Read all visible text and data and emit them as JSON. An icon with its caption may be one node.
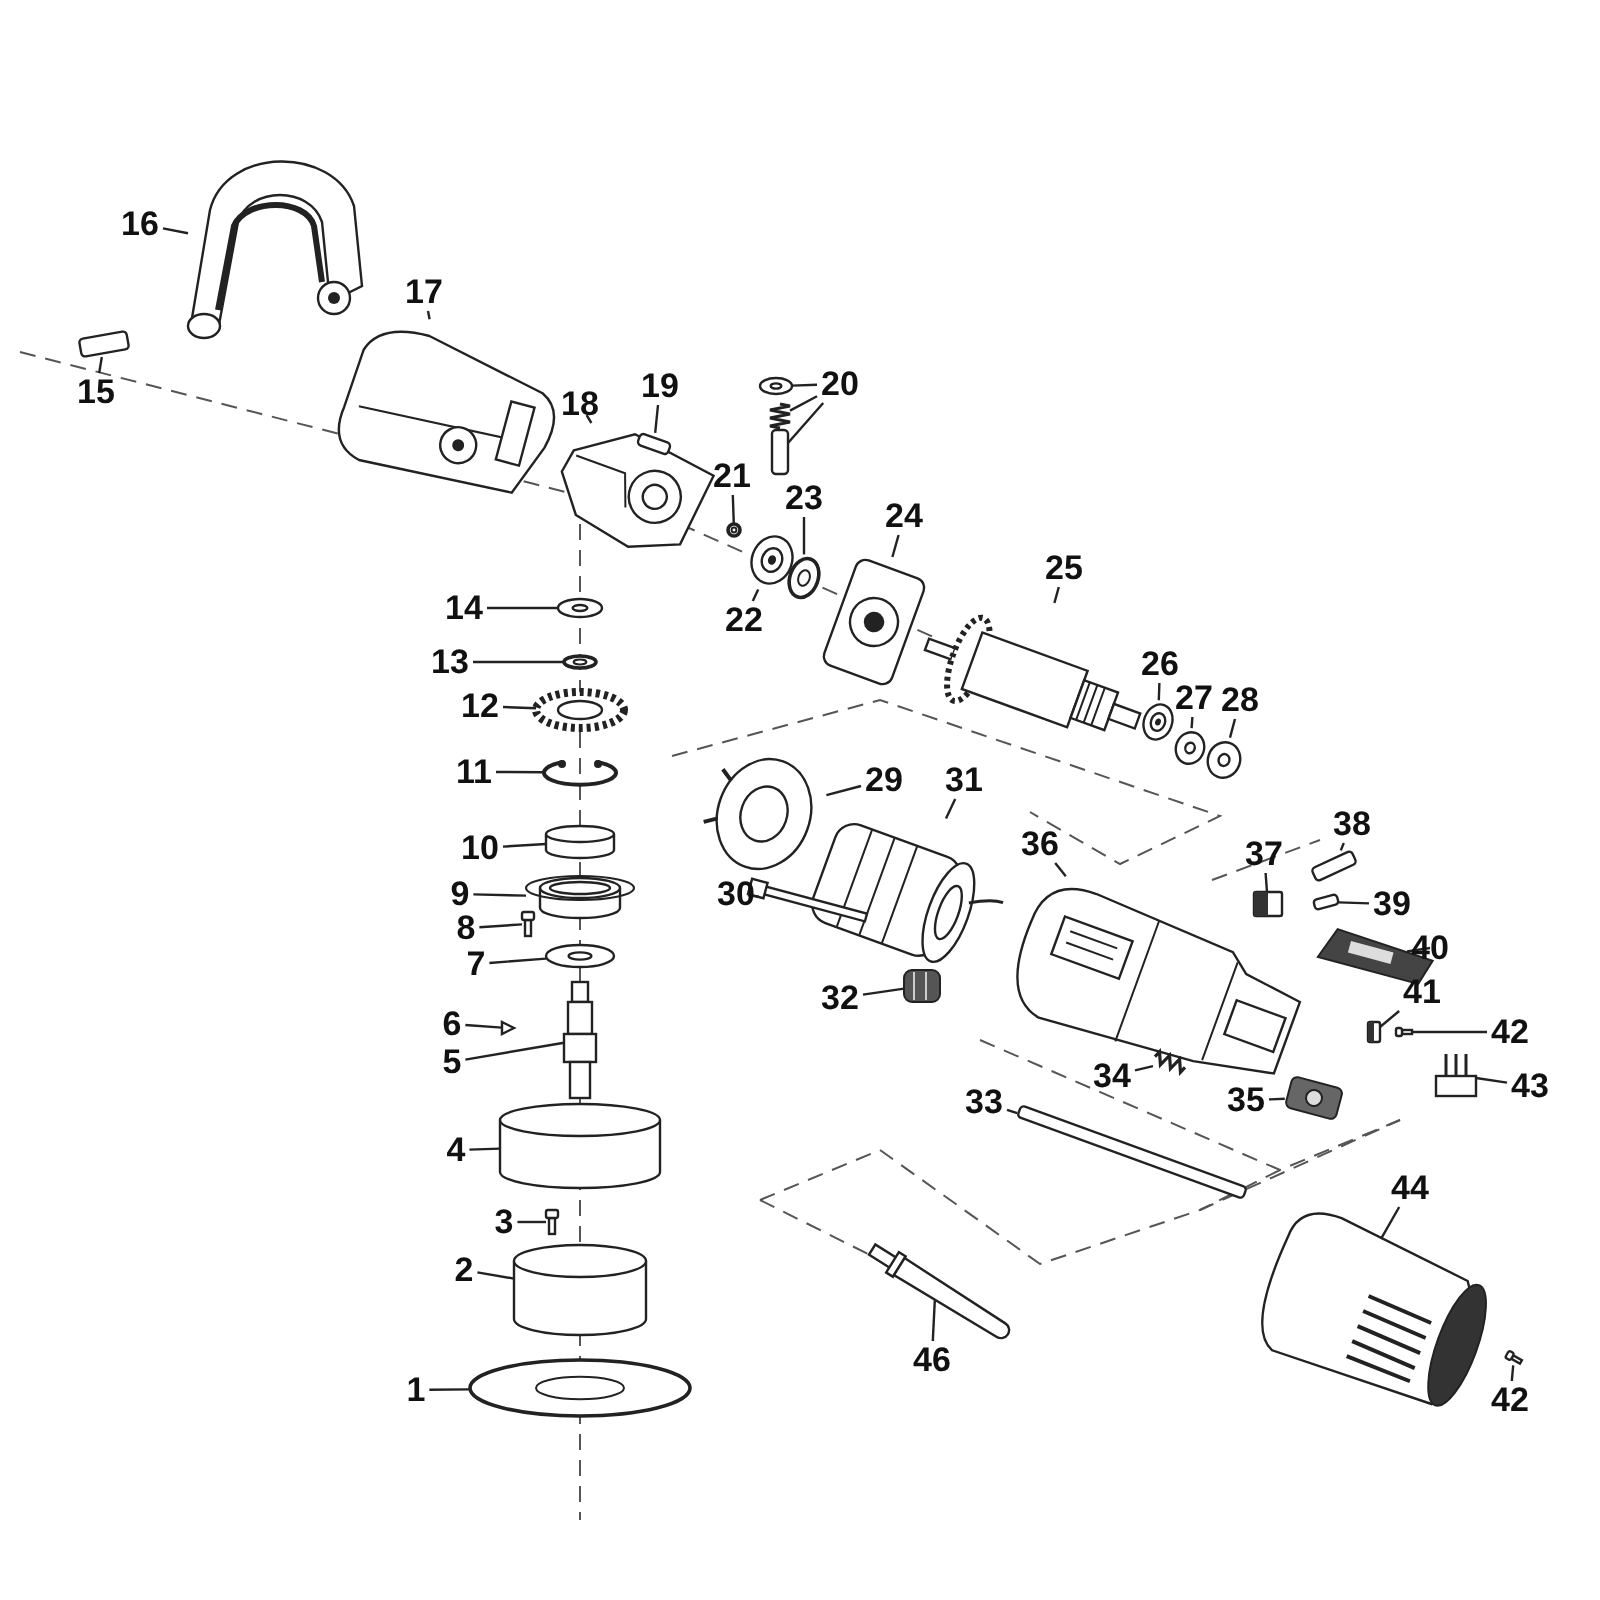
{
  "diagram": {
    "nodes": [
      {
        "text": [
          "16"
        ]
      },
      {
        "text": [],
        "shape": "picture"
      },
      {
        "text": [
          "15"
        ]
      },
      {
        "text": [],
        "shape": "box"
      },
      {
        "text": [
          "17"
        ]
      },
      {
        "text": [],
        "shape": "picture"
      },
      {
        "text": [
          "18"
        ]
      },
      {
        "text": [],
        "shape": "picture"
      },
      {
        "text": [
          "19"
        ]
      },
      {
        "text": [],
        "shape": "box"
      },
      {
        "text": [
          "20"
        ]
      },
      {
        "text": [],
        "shape": "picture"
      },
      {
        "text": [],
        "shape": "picture"
      },
      {
        "text": [],
        "shape": "box"
      },
      {
        "text": [
          "21"
        ]
      },
      {
        "text": [],
        "shape": "circle"
      },
      {
        "text": [
          "22"
        ]
      },
      {
        "text": [],
        "shape": "picture"
      },
      {
        "text": [
          "23"
        ]
      },
      {
        "text": [],
        "shape": "circle"
      },
      {
        "text": [
          "24"
        ]
      },
      {
        "text": [],
        "shape": "picture"
      },
      {
        "text": [
          "25"
        ]
      },
      {
        "text": [],
        "shape": "picture"
      },
      {
        "text": [
          "26"
        ]
      },
      {
        "text": [],
        "shape": "picture"
      },
      {
        "text": [
          "27"
        ]
      },
      {
        "text": [],
        "shape": "picture"
      },
      {
        "text": [
          "28"
        ]
      },
      {
        "text": [],
        "shape": "picture"
      },
      {
        "text": [
          "14"
        ]
      },
      {
        "text": [],
        "shape": "picture"
      },
      {
        "text": [
          "13"
        ]
      },
      {
        "text": [],
        "shape": "circle"
      },
      {
        "text": [
          "12"
        ]
      },
      {
        "text": [],
        "shape": "picture"
      },
      {
        "text": [
          "11"
        ]
      },
      {
        "text": [],
        "shape": "picture"
      },
      {
        "text": [
          "10"
        ]
      },
      {
        "text": [],
        "shape": "cylinder"
      },
      {
        "text": [
          "9"
        ]
      },
      {
        "text": [],
        "shape": "picture"
      },
      {
        "text": [
          "8"
        ]
      },
      {
        "text": [],
        "shape": "picture"
      },
      {
        "text": [
          "7"
        ]
      },
      {
        "text": [],
        "shape": "picture"
      },
      {
        "text": [
          "6"
        ]
      },
      {
        "text": [],
        "shape": "picture"
      },
      {
        "text": [
          "5"
        ]
      },
      {
        "text": [],
        "shape": "picture"
      },
      {
        "text": [
          "4"
        ]
      },
      {
        "text": [],
        "shape": "cylinder"
      },
      {
        "text": [
          "3"
        ]
      },
      {
        "text": [],
        "shape": "picture"
      },
      {
        "text": [
          "2"
        ]
      },
      {
        "text": [],
        "shape": "cylinder"
      },
      {
        "text": [
          "1"
        ]
      },
      {
        "text": [],
        "shape": "circle"
      },
      {
        "text": [
          "29"
        ]
      },
      {
        "text": [],
        "shape": "picture"
      },
      {
        "text": [
          "31"
        ]
      },
      {
        "text": [],
        "shape": "picture"
      },
      {
        "text": [
          "30"
        ]
      },
      {
        "text": [],
        "shape": "picture"
      },
      {
        "text": [
          "36"
        ]
      },
      {
        "text": [],
        "shape": "picture"
      },
      {
        "text": [
          "32"
        ]
      },
      {
        "text": [],
        "shape": "picture"
      },
      {
        "text": [
          "37"
        ]
      },
      {
        "text": [],
        "shape": "picture"
      },
      {
        "text": [
          "38"
        ]
      },
      {
        "text": [],
        "shape": "box"
      },
      {
        "text": [
          "39"
        ]
      },
      {
        "text": [],
        "shape": "box"
      },
      {
        "text": [
          "40"
        ]
      },
      {
        "text": [],
        "shape": "picture"
      },
      {
        "text": [
          "41"
        ]
      },
      {
        "text": [],
        "shape": "picture"
      },
      {
        "text": [
          "42"
        ]
      },
      {
        "text": [],
        "shape": "picture"
      },
      {
        "text": [
          "43"
        ]
      },
      {
        "text": [],
        "shape": "picture"
      },
      {
        "text": [
          "34"
        ]
      },
      {
        "text": [],
        "shape": "picture"
      },
      {
        "text": [
          "35"
        ]
      },
      {
        "text": [],
        "shape": "picture"
      },
      {
        "text": [
          "33"
        ]
      },
      {
        "text": [],
        "shape": "box"
      },
      {
        "text": [
          "44"
        ]
      },
      {
        "text": [],
        "shape": "picture"
      },
      {
        "text": [
          "42"
        ]
      },
      {
        "text": [],
        "shape": "picture"
      },
      {
        "text": [
          "46"
        ]
      },
      {
        "text": [],
        "shape": "picture"
      }
    ],
    "edges": [
      {
        "from": 0,
        "to": 1,
        "arrow": "none"
      },
      {
        "from": 2,
        "to": 3,
        "arrow": "none"
      },
      {
        "from": 4,
        "to": 5,
        "arrow": "none"
      },
      {
        "from": 6,
        "to": 7,
        "arrow": "none"
      },
      {
        "from": 8,
        "to": 9,
        "arrow": "none"
      },
      {
        "from": 10,
        "to": 11,
        "arrow": "none"
      },
      {
        "from": 10,
        "to": 12,
        "arrow": "none"
      },
      {
        "from": 10,
        "to": 13,
        "arrow": "none"
      },
      {
        "from": 14,
        "to": 15,
        "arrow": "none"
      },
      {
        "from": 16,
        "to": 17,
        "arrow": "none"
      },
      {
        "from": 18,
        "to": 19,
        "arrow": "none"
      },
      {
        "from": 20,
        "to": 21,
        "arrow": "none"
      },
      {
        "from": 22,
        "to": 23,
        "arrow": "none"
      },
      {
        "from": 24,
        "to": 25,
        "arrow": "none"
      },
      {
        "from": 26,
        "to": 27,
        "arrow": "none"
      },
      {
        "from": 28,
        "to": 29,
        "arrow": "none"
      },
      {
        "from": 30,
        "to": 31,
        "arrow": "none"
      },
      {
        "from": 32,
        "to": 33,
        "arrow": "none"
      },
      {
        "from": 34,
        "to": 35,
        "arrow": "none"
      },
      {
        "from": 36,
        "to": 37,
        "arrow": "none"
      },
      {
        "from": 38,
        "to": 39,
        "arrow": "none"
      },
      {
        "from": 40,
        "to": 41,
        "arrow": "none"
      },
      {
        "from": 42,
        "to": 43,
        "arrow": "none"
      },
      {
        "from": 44,
        "to": 45,
        "arrow": "none"
      },
      {
        "from": 46,
        "to": 47,
        "arrow": "none"
      },
      {
        "from": 48,
        "to": 49,
        "arrow": "none"
      },
      {
        "from": 50,
        "to": 51,
        "arrow": "none"
      },
      {
        "from": 52,
        "to": 53,
        "arrow": "none"
      },
      {
        "from": 54,
        "to": 55,
        "arrow": "none"
      },
      {
        "from": 56,
        "to": 57,
        "arrow": "none"
      },
      {
        "from": 58,
        "to": 59,
        "arrow": "none"
      },
      {
        "from": 60,
        "to": 61,
        "arrow": "none"
      },
      {
        "from": 62,
        "to": 63,
        "arrow": "none"
      },
      {
        "from": 64,
        "to": 65,
        "arrow": "none"
      },
      {
        "from": 66,
        "to": 67,
        "arrow": "none"
      },
      {
        "from": 68,
        "to": 69,
        "arrow": "none"
      },
      {
        "from": 70,
        "to": 71,
        "arrow": "none"
      },
      {
        "from": 72,
        "to": 73,
        "arrow": "none"
      },
      {
        "from": 74,
        "to": 75,
        "arrow": "none"
      },
      {
        "from": 76,
        "to": 77,
        "arrow": "none"
      },
      {
        "from": 78,
        "to": 79,
        "arrow": "none"
      },
      {
        "from": 80,
        "to": 81,
        "arrow": "none"
      },
      {
        "from": 82,
        "to": 83,
        "arrow": "none"
      },
      {
        "from": 84,
        "to": 85,
        "arrow": "none"
      },
      {
        "from": 86,
        "to": 87,
        "arrow": "none"
      },
      {
        "from": 88,
        "to": 89,
        "arrow": "none"
      },
      {
        "from": 90,
        "to": 91,
        "arrow": "none"
      },
      {
        "from": 92,
        "to": 93,
        "arrow": "none"
      }
    ]
  }
}
